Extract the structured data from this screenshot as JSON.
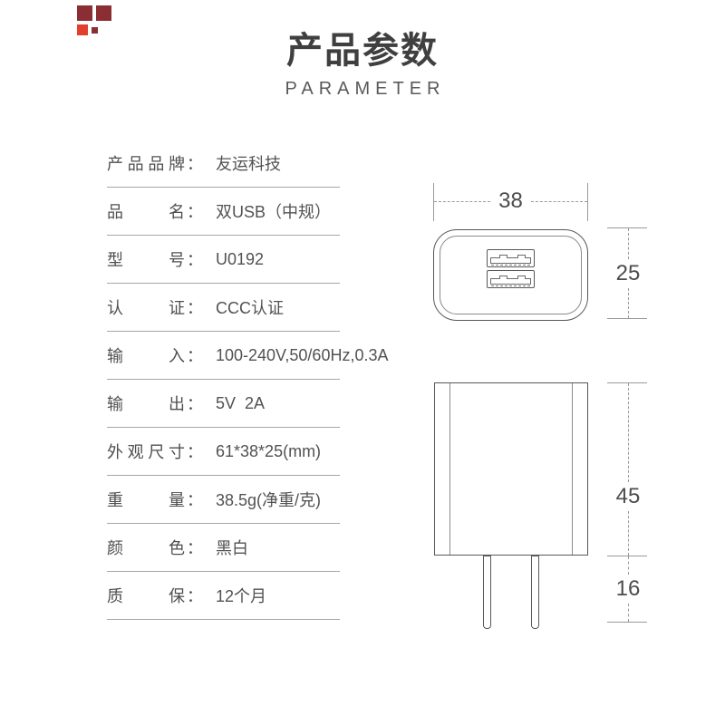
{
  "header": {
    "title": "产品参数",
    "subtitle": "PARAMETER"
  },
  "decor": {
    "square_dark_color": "#8b2e33",
    "square_red_color": "#e2402c"
  },
  "specs": {
    "colon": "：",
    "rows": [
      {
        "label": "产品品牌",
        "value": "友运科技"
      },
      {
        "label": "品名",
        "value": "双USB（中规）"
      },
      {
        "label": "型号",
        "value": "U0192"
      },
      {
        "label": "认证",
        "value": "CCC认证"
      },
      {
        "label": "输入",
        "value": "100-240V,50/60Hz,0.3A"
      },
      {
        "label": "输出",
        "value": "5V  2A"
      },
      {
        "label": "外观尺寸",
        "value": "61*38*25(mm)"
      },
      {
        "label": "重量",
        "value": "38.5g(净重/克)"
      },
      {
        "label": "颜色",
        "value": "黑白"
      },
      {
        "label": "质保",
        "value": "12个月"
      }
    ]
  },
  "diagram": {
    "top_view": {
      "width_mm": "38",
      "depth_mm": "25"
    },
    "front_view": {
      "height_mm": "45",
      "pin_mm": "16"
    }
  },
  "colors": {
    "text": "#4c4c4c",
    "table_line": "#a6a6a6",
    "outline": "#585858",
    "dim_line": "#9a9a9a"
  }
}
